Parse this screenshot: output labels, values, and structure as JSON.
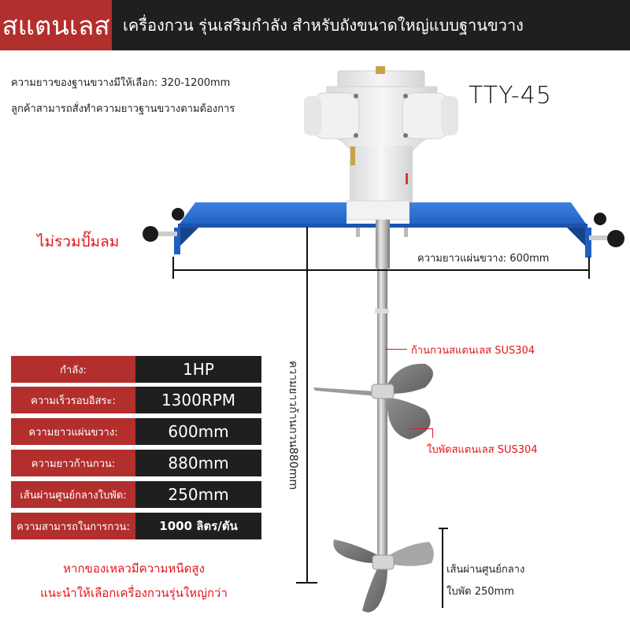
{
  "header": {
    "badge": "สแตนเลส",
    "title": "เครื่องกวน รุ่นเสริมกำลัง สำหรับถังขนาดใหญ่แบบฐานขวาง"
  },
  "notes": {
    "base_length": "ความยาวของฐานขวางมีให้เลือก: 320-1200mm",
    "custom_length": "ลูกค้าสามารถสั่งทำความยาวฐานขวางตามต้องการ"
  },
  "model": "TTY-45",
  "no_air_pump": "ไม่รวมปั๊มลม",
  "dimensions": {
    "plate_length": "ความยาวแผ่นขวาง: 600mm",
    "shaft_length_vertical": "ความยาวก้านกวน880mm",
    "blade_diameter_line1": "เส้นผ่านศูนย์กลาง",
    "blade_diameter_line2": "ใบพัด 250mm"
  },
  "callouts": {
    "shaft_material": "ก้านกวนสแตนเลส SUS304",
    "blade_material": "ใบพัดสแตนเลส SUS304"
  },
  "specs": [
    {
      "label": "กำลัง:",
      "value": "1HP"
    },
    {
      "label": "ความเร็วรอบอิสระ:",
      "value": "1300RPM"
    },
    {
      "label": "ความยาวแผ่นขวาง:",
      "value": "600mm"
    },
    {
      "label": "ความยาวก้านกวน:",
      "value": "880mm"
    },
    {
      "label": "เส้นผ่านศูนย์กลางใบพัด:",
      "value": "250mm"
    },
    {
      "label": "ความสามารถในการกวน:",
      "value": "1000 ลิตร/ตัน"
    }
  ],
  "warning": {
    "line1": "หากของเหลวมีความหนืดสูง",
    "line2": "แนะนำให้เลือกเครื่องกวนรุ่นใหญ่กว่า"
  },
  "colors": {
    "brand_red": "#b22f2d",
    "dark": "#1f1f1f",
    "accent_red_text": "#e3141b",
    "plate_blue": "#2a6fd0"
  }
}
